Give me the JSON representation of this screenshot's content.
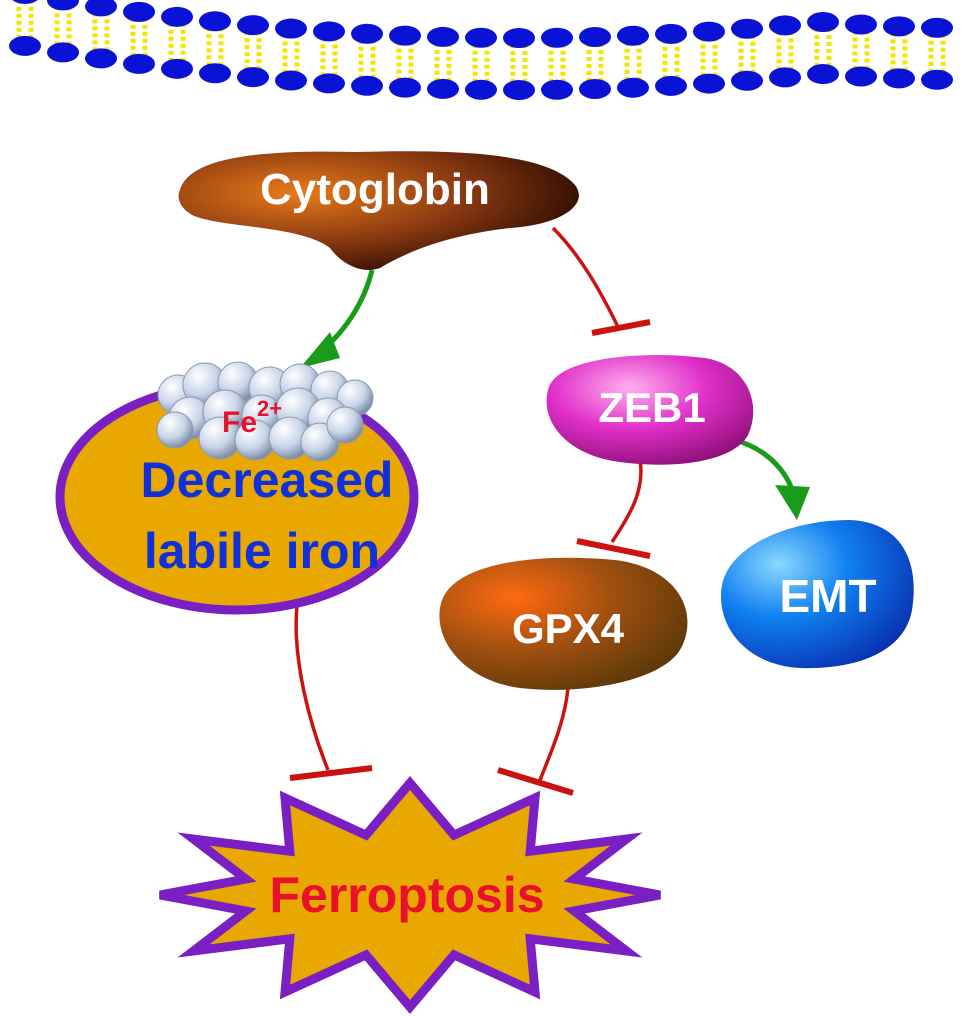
{
  "nodes": {
    "cytoglobin": {
      "label": "Cytoglobin"
    },
    "iron": {
      "line1": "Decreased",
      "line2": "labile iron",
      "ion": "Fe",
      "charge": "2+"
    },
    "zeb1": {
      "label": "ZEB1"
    },
    "gpx4": {
      "label": "GPX4"
    },
    "emt": {
      "label": "EMT"
    },
    "ferroptosis": {
      "label": "Ferroptosis"
    }
  },
  "colors": {
    "membrane_head": "#0a12d6",
    "membrane_tail": "#f2e600",
    "activation_arrow": "#1a9b1a",
    "inhibition_line": "#cc1111",
    "ellipse_fill": "#e8a800",
    "outline_purple": "#7a1fc4",
    "text_blue": "#1030d8",
    "text_red": "#e8102a"
  },
  "edges": [
    {
      "from": "Cytoglobin",
      "to": "Decreased labile iron",
      "type": "activation"
    },
    {
      "from": "Cytoglobin",
      "to": "ZEB1",
      "type": "inhibition"
    },
    {
      "from": "ZEB1",
      "to": "EMT",
      "type": "activation"
    },
    {
      "from": "ZEB1",
      "to": "GPX4",
      "type": "inhibition"
    },
    {
      "from": "Decreased labile iron",
      "to": "Ferroptosis",
      "type": "inhibition"
    },
    {
      "from": "GPX4",
      "to": "Ferroptosis",
      "type": "inhibition"
    }
  ]
}
